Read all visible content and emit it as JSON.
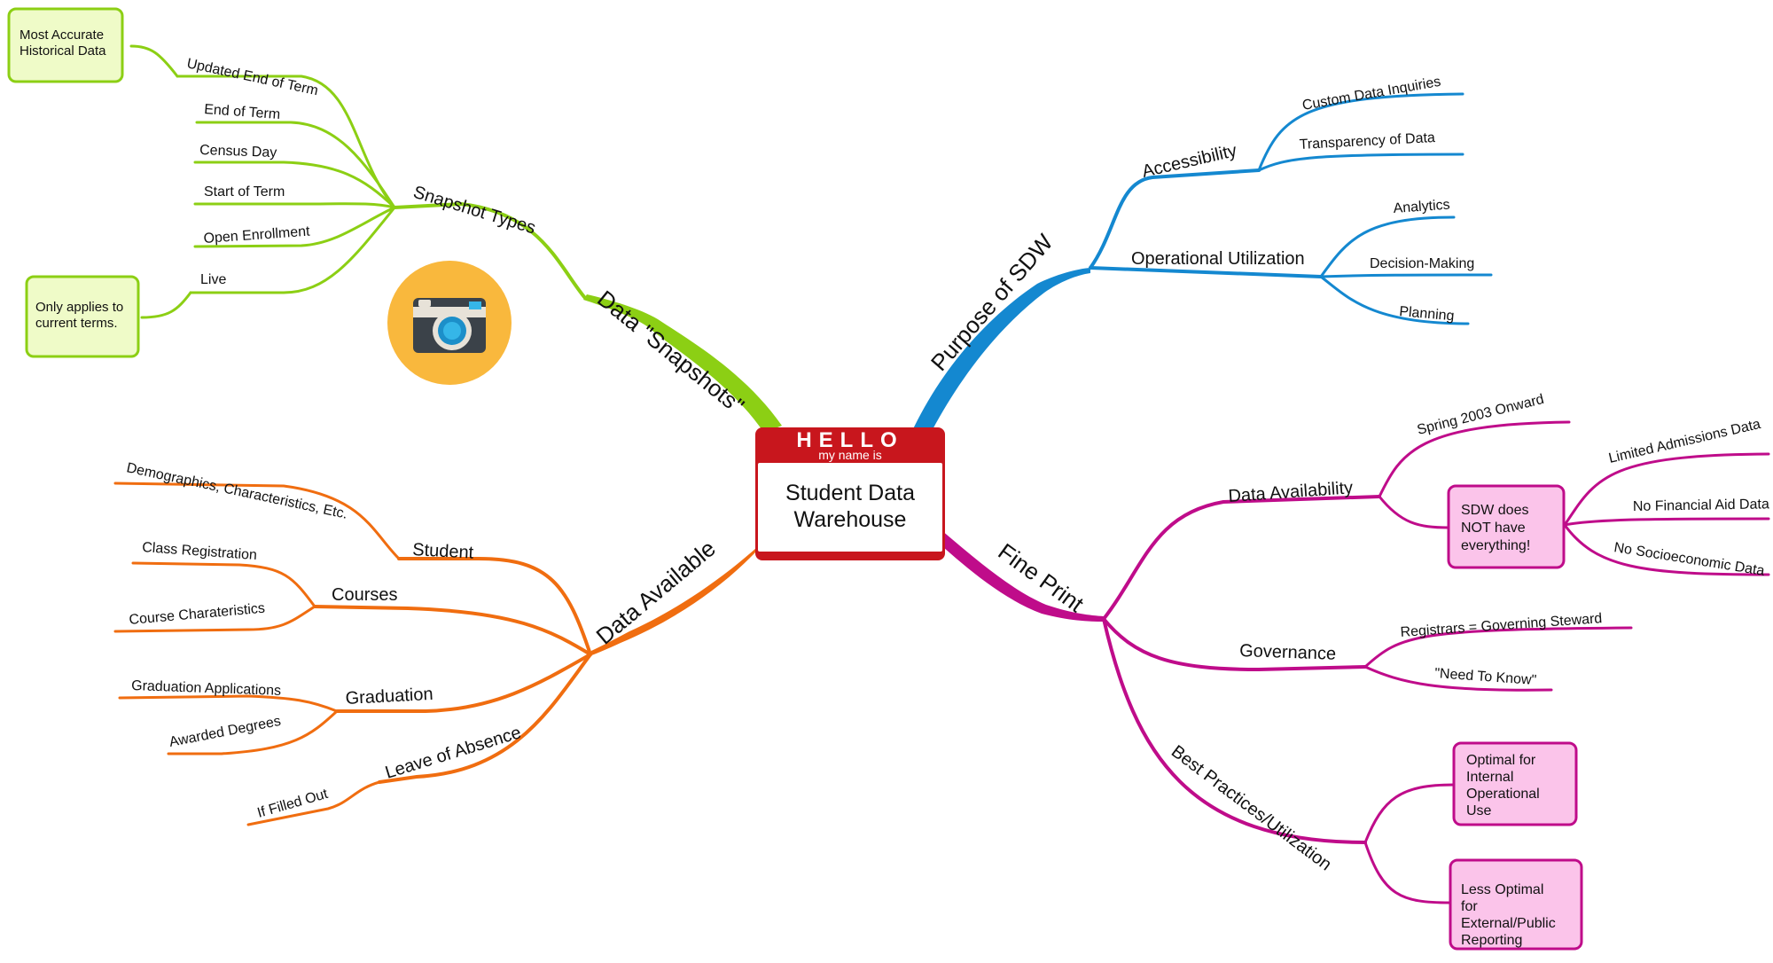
{
  "colors": {
    "snapshots": "#8ccf14",
    "purpose": "#1488d0",
    "available": "#f06d10",
    "fineprint": "#bf0c8a",
    "note_green_fill": "#effbc8",
    "note_pink_fill": "#fbc4ea",
    "badge_red": "#c8161d",
    "camera_circle": "#f9b83d"
  },
  "center": {
    "hello": "HELLO",
    "my_name_is": "my name is",
    "line1": "Student Data",
    "line2": "Warehouse"
  },
  "icons": {
    "camera": "camera-icon"
  },
  "branches": {
    "snapshots": {
      "label": "Data \"Snapshots\"",
      "snapshot_types": "Snapshot Types",
      "updated_end": "Updated End of Term",
      "end_of_term": "End of Term",
      "census_day": "Census Day",
      "start_of_term": "Start of Term",
      "open_enrollment": "Open Enrollment",
      "live": "Live",
      "note_accurate": [
        "Most Accurate",
        "Historical Data"
      ],
      "note_live": [
        "Only applies to",
        "current terms."
      ]
    },
    "purpose": {
      "label": "Purpose of SDW",
      "accessibility": "Accessibility",
      "custom_inquiries": "Custom Data Inquiries",
      "transparency": "Transparency of Data",
      "operational": "Operational Utilization",
      "analytics": "Analytics",
      "decision_making": "Decision-Making",
      "planning": "Planning"
    },
    "available": {
      "label": "Data Available",
      "student": "Student",
      "demographics": "Demographics, Characteristics, Etc.",
      "courses": "Courses",
      "class_registration": "Class Registration",
      "course_characteristics": "Course Charateristics",
      "graduation": "Graduation",
      "grad_applications": "Graduation Applications",
      "awarded_degrees": "Awarded Degrees",
      "leave": "Leave of Absence",
      "if_filled": "If Filled Out"
    },
    "fineprint": {
      "label": "Fine Print",
      "data_availability": "Data Availability",
      "spring_2003": "Spring 2003 Onward",
      "not_everything": [
        "SDW does",
        "NOT have",
        "everything!"
      ],
      "limited_admissions": "Limited Admissions Data",
      "no_financial_aid": "No Financial Aid Data",
      "no_socioeconomic": "No Socioeconomic Data",
      "governance": "Governance",
      "registrars": "Registrars = Governing Steward",
      "need_to_know": "\"Need To Know\"",
      "best_practices": "Best Practices/Utilization",
      "optimal_internal": [
        "Optimal for",
        "Internal",
        "Operational",
        "Use"
      ],
      "less_optimal": [
        "Less Optimal",
        "for",
        "External/Public",
        "Reporting"
      ]
    }
  }
}
